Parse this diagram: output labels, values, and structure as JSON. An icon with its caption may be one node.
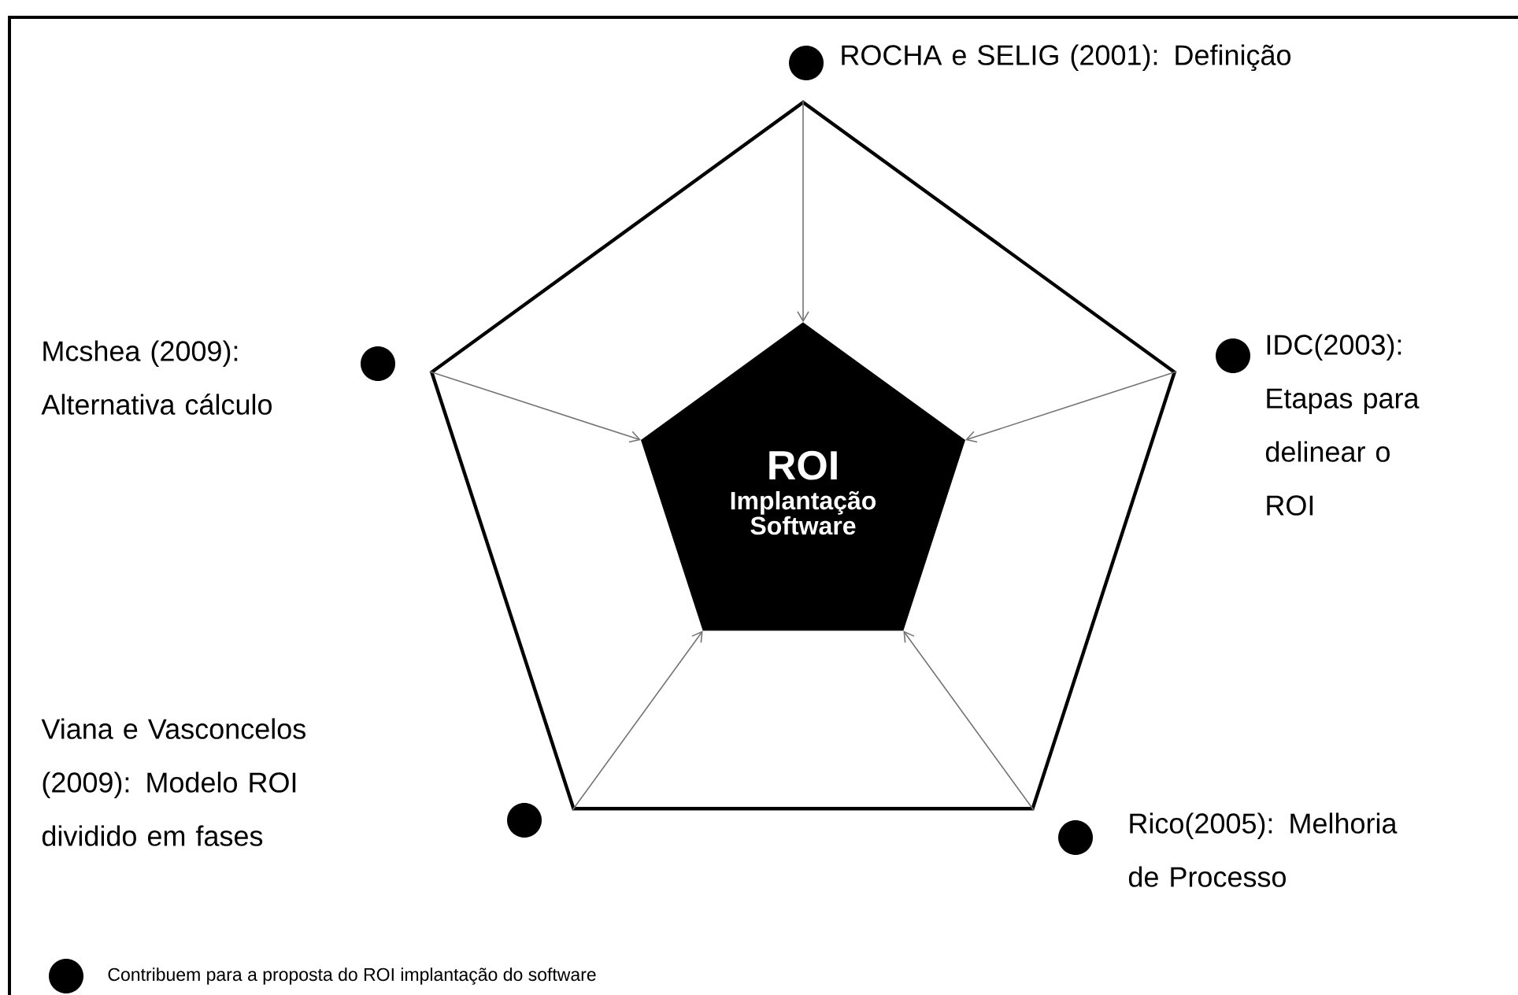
{
  "diagram": {
    "nodes": [
      {
        "text": [],
        "shape": "pentagon"
      },
      {
        "text": [
          "ROI",
          "Implantação Software"
        ],
        "in": 0
      }
    ],
    "edges": [
      {
        "from": 0,
        "to": 1,
        "arrow": "to"
      },
      {
        "from": 0,
        "to": 1,
        "arrow": "to"
      },
      {
        "from": 0,
        "to": 1,
        "arrow": "to"
      },
      {
        "from": 0,
        "to": 1,
        "arrow": "to"
      },
      {
        "from": 0,
        "to": 1,
        "arrow": "to"
      }
    ],
    "labels": [
      "ROCHA e SELIG (2001): Definição",
      "Mcshea (2009): Alternativa cálculo",
      "IDC(2003): Etapas para delinear o ROI",
      "Viana e Vasconcelos (2009): Modelo ROI dividido em fases",
      "Rico(2005): Melhoria de Processo"
    ],
    "legend": [
      {
        "text": "Contribuem para a proposta do ROI implantação do software"
      }
    ]
  }
}
